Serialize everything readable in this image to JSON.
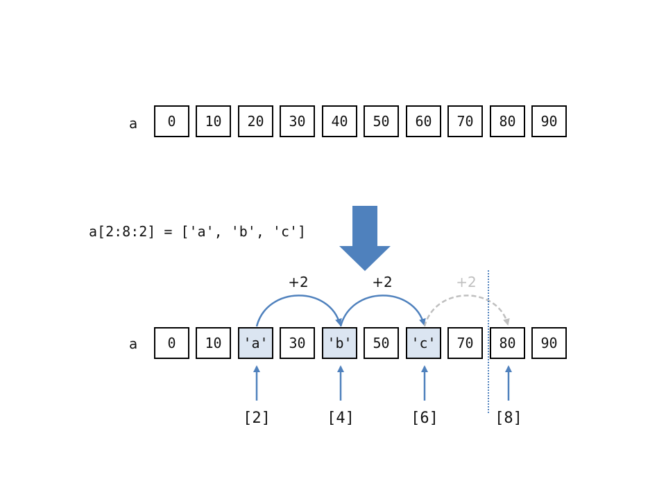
{
  "top": {
    "var_label": "a",
    "cells": [
      "0",
      "10",
      "20",
      "30",
      "40",
      "50",
      "60",
      "70",
      "80",
      "90"
    ]
  },
  "statement": "a[2:8:2] = ['a', 'b', 'c']",
  "bottom": {
    "var_label": "a",
    "cells": [
      "0",
      "10",
      "'a'",
      "30",
      "'b'",
      "50",
      "'c'",
      "70",
      "80",
      "90"
    ],
    "highlighted": [
      2,
      4,
      6
    ]
  },
  "steps": [
    "+2",
    "+2",
    "+2"
  ],
  "indices": [
    "[2]",
    "[4]",
    "[6]",
    "[8]"
  ],
  "colors": {
    "accent": "#4f81bd",
    "highlight": "#dbe5f1",
    "ghost": "#bfbfbf"
  }
}
